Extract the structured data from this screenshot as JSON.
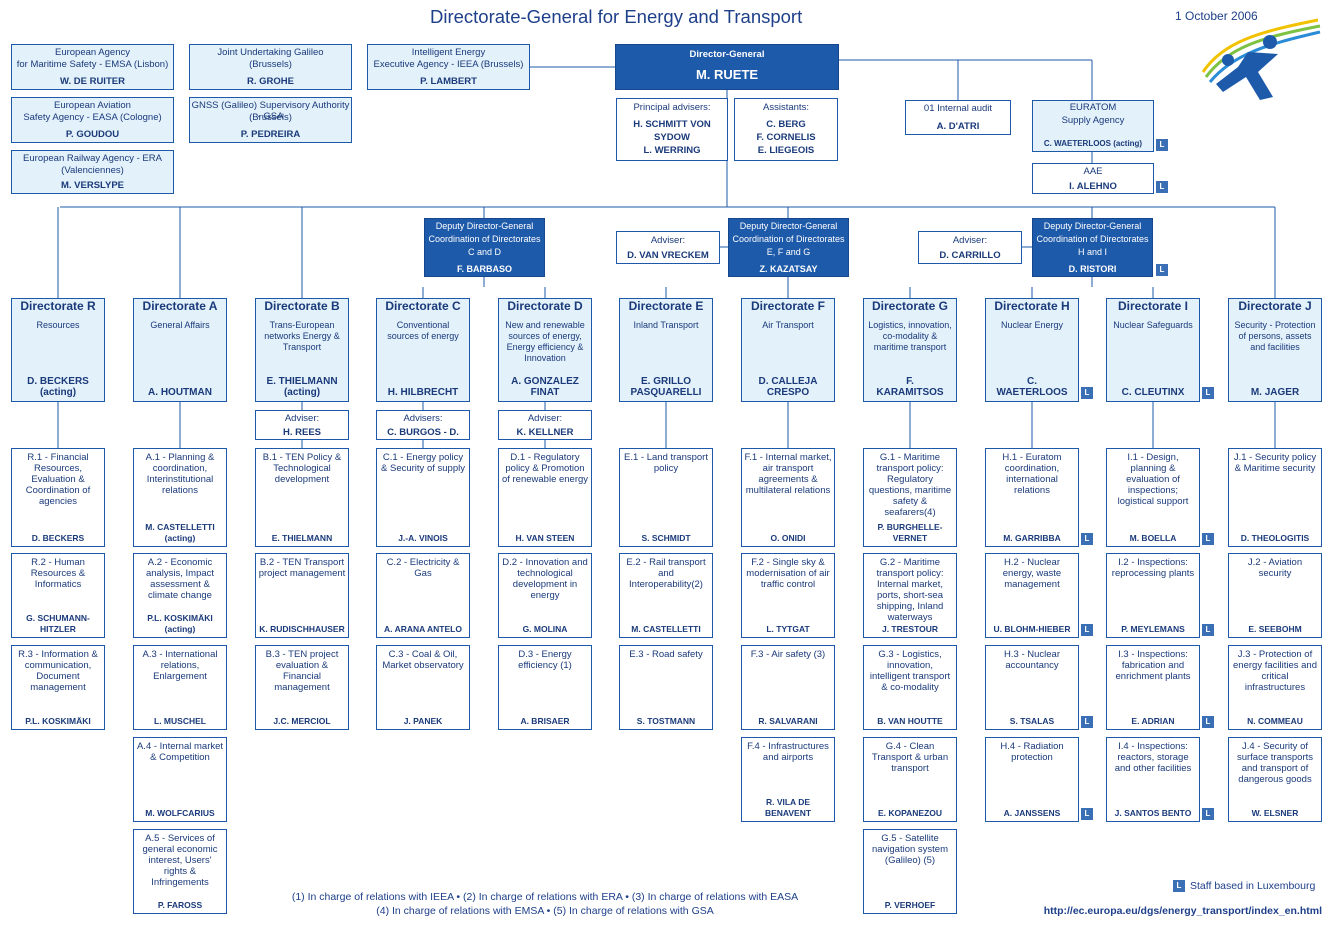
{
  "title": "Directorate-General for Energy and Transport",
  "date": "1 October 2006",
  "agencies": [
    {
      "l1": "European Agency",
      "l2": "for Maritime Safety - EMSA (Lisbon)",
      "name": "W. DE RUITER"
    },
    {
      "l1": "European Aviation",
      "l2": "Safety Agency - EASA (Cologne)",
      "name": "P. GOUDOU"
    },
    {
      "l1": "European Railway Agency - ERA",
      "l2": "(Valenciennes)",
      "name": "M. VERSLYPE"
    },
    {
      "l1": "Joint Undertaking Galileo",
      "l2": "(Brussels)",
      "name": "R. GROHE"
    },
    {
      "l1": "GNSS (Galileo) Supervisory Authority - GSA",
      "l2": "(Brussels)",
      "name": "P. PEDREIRA"
    },
    {
      "l1": "Intelligent Energy",
      "l2": "Executive Agency - IEEA (Brussels)",
      "name": "P. LAMBERT"
    }
  ],
  "dg": {
    "title": "Director-General",
    "name": "M. RUETE"
  },
  "principal": {
    "title": "Principal advisers:",
    "n1": "H. SCHMITT VON",
    "n2": "SYDOW",
    "n3": "L. WERRING"
  },
  "assistants": {
    "title": "Assistants:",
    "n1": "C. BERG",
    "n2": "F. CORNELIS",
    "n3": "E. LIEGEOIS"
  },
  "audit": {
    "title": "01 Internal audit",
    "name": "A. D'ATRI"
  },
  "euratom": {
    "l1": "EURATOM",
    "l2": "Supply Agency",
    "name": "C. WAETERLOOS (acting)"
  },
  "aae": {
    "title": "AAE",
    "name": "I. ALEHNO"
  },
  "ddg1": {
    "l1": "Deputy Director-General",
    "l2": "Coordination of Directorates",
    "l3": "C and D",
    "name": "F. BARBASO"
  },
  "ddg2": {
    "l1": "Deputy Director-General",
    "l2": "Coordination of Directorates",
    "l3": "E, F and G",
    "name": "Z. KAZATSAY",
    "adv_t": "Adviser:",
    "adv_n": "D. VAN VRECKEM"
  },
  "ddg3": {
    "l1": "Deputy Director-General",
    "l2": "Coordination of Directorates",
    "l3": "H and I",
    "name": "D. RISTORI",
    "adv_t": "Adviser:",
    "adv_n": "D. CARRILLO"
  },
  "L": "L",
  "directorates": [
    {
      "h": "Directorate R",
      "s": "Resources",
      "n": "D. BECKERS (acting)"
    },
    {
      "h": "Directorate A",
      "s": "General Affairs",
      "n": "A. HOUTMAN"
    },
    {
      "h": "Directorate B",
      "s": "Trans-European networks Energy & Transport",
      "n": "E. THIELMANN (acting)"
    },
    {
      "h": "Directorate C",
      "s": "Conventional sources of energy",
      "n": "H. HILBRECHT"
    },
    {
      "h": "Directorate D",
      "s": "New and renewable sources of energy, Energy efficiency & Innovation",
      "n": "A. GONZALEZ FINAT"
    },
    {
      "h": "Directorate E",
      "s": "Inland Transport",
      "n": "E. GRILLO PASQUARELLI"
    },
    {
      "h": "Directorate F",
      "s": "Air Transport",
      "n": "D. CALLEJA CRESPO"
    },
    {
      "h": "Directorate G",
      "s": "Logistics, innovation, co-modality & maritime transport",
      "n": "F. KARAMITSOS"
    },
    {
      "h": "Directorate H",
      "s": "Nuclear Energy",
      "n": "C. WAETERLOOS"
    },
    {
      "h": "Directorate I",
      "s": "Nuclear Safeguards",
      "n": "C. CLEUTINX"
    },
    {
      "h": "Directorate J",
      "s": "Security - Protection of persons, assets and facilities",
      "n": "M. JAGER"
    }
  ],
  "advisers": [
    {
      "t": "Adviser:",
      "n": "H. REES"
    },
    {
      "t": "Advisers:",
      "n": "C. BURGOS - D. TAYLOR"
    },
    {
      "t": "Adviser:",
      "n": "K. KELLNER"
    }
  ],
  "units": [
    [
      {
        "t": "R.1 - Financial Resources, Evaluation & Coordination of agencies",
        "n": "D. BECKERS"
      },
      {
        "t": "R.2 - Human Resources & Informatics",
        "n": "G. SCHUMANN-HITZLER"
      },
      {
        "t": "R.3 - Information & communication, Document management",
        "n": "P.L. KOSKIMÄKI"
      }
    ],
    [
      {
        "t": "A.1 - Planning & coordination, Interinstitutional relations",
        "n": "M. CASTELLETTI (acting)"
      },
      {
        "t": "A.2 - Economic analysis, Impact assessment & climate change",
        "n": "P.L. KOSKIMÄKI (acting)"
      },
      {
        "t": "A.3 - International relations, Enlargement",
        "n": "L. MUSCHEL"
      },
      {
        "t": "A.4 - Internal market & Competition",
        "n": "M. WOLFCARIUS"
      },
      {
        "t": "A.5 - Services of general economic interest, Users' rights & Infringements",
        "n": "P. FAROSS"
      }
    ],
    [
      {
        "t": "B.1 - TEN Policy & Technological development",
        "n": "E. THIELMANN"
      },
      {
        "t": "B.2 - TEN Transport project management",
        "n": "K. RUDISCHHAUSER"
      },
      {
        "t": "B.3 - TEN project evaluation & Financial management",
        "n": "J.C. MERCIOL"
      }
    ],
    [
      {
        "t": "C.1 - Energy policy & Security of supply",
        "n": "J.-A. VINOIS"
      },
      {
        "t": "C.2 - Electricity & Gas",
        "n": "A. ARANA ANTELO"
      },
      {
        "t": "C.3 - Coal & Oil, Market observatory",
        "n": "J. PANEK"
      }
    ],
    [
      {
        "t": "D.1 - Regulatory policy & Promotion of renewable energy",
        "n": "H. VAN STEEN"
      },
      {
        "t": "D.2 - Innovation and technological development in energy",
        "n": "G. MOLINA"
      },
      {
        "t": "D.3 - Energy efficiency (1)",
        "n": "A. BRISAER"
      }
    ],
    [
      {
        "t": "E.1 - Land transport policy",
        "n": "S. SCHMIDT"
      },
      {
        "t": "E.2 - Rail transport and Interoperability(2)",
        "n": "M. CASTELLETTI"
      },
      {
        "t": "E.3 - Road safety",
        "n": "S. TOSTMANN"
      }
    ],
    [
      {
        "t": "F.1 - Internal market, air transport agreements & multilateral relations",
        "n": "O. ONIDI"
      },
      {
        "t": "F.2 - Single sky & modernisation of air traffic control",
        "n": "L. TYTGAT"
      },
      {
        "t": "F.3 - Air safety (3)",
        "n": "R. SALVARANI"
      },
      {
        "t": "F.4 - Infrastructures and airports",
        "n": "R. VILA DE BENAVENT"
      }
    ],
    [
      {
        "t": "G.1 - Maritime transport policy: Regulatory questions, maritime safety & seafarers(4)",
        "n": "P. BURGHELLE-VERNET"
      },
      {
        "t": "G.2 - Maritime transport policy: Internal market, ports, short-sea shipping, Inland waterways",
        "n": "J. TRESTOUR"
      },
      {
        "t": "G.3 - Logistics, innovation, intelligent transport & co-modality",
        "n": "B. VAN HOUTTE"
      },
      {
        "t": "G.4 - Clean Transport & urban transport",
        "n": "E. KOPANEZOU"
      },
      {
        "t": "G.5 - Satellite navigation system (Galileo) (5)",
        "n": "P. VERHOEF"
      }
    ],
    [
      {
        "t": "H.1 - Euratom coordination, international relations",
        "n": "M. GARRIBBA"
      },
      {
        "t": "H.2 - Nuclear energy, waste management",
        "n": "U. BLOHM-HIEBER"
      },
      {
        "t": "H.3 - Nuclear accountancy",
        "n": "S. TSALAS"
      },
      {
        "t": "H.4 - Radiation protection",
        "n": "A. JANSSENS"
      }
    ],
    [
      {
        "t": "I.1 - Design, planning & evaluation of inspections; logistical support",
        "n": "M. BOELLA"
      },
      {
        "t": "I.2 - Inspections: reprocessing plants",
        "n": "P. MEYLEMANS"
      },
      {
        "t": "I.3 - Inspections: fabrication and enrichment plants",
        "n": "E. ADRIAN"
      },
      {
        "t": "I.4 - Inspections: reactors, storage and other facilities",
        "n": "J. SANTOS BENTO"
      }
    ],
    [
      {
        "t": "J.1 - Security policy & Maritime security",
        "n": "D. THEOLOGITIS"
      },
      {
        "t": "J.2 - Aviation security",
        "n": "E. SEEBOHM"
      },
      {
        "t": "J.3 - Protection of energy facilities and critical infrastructures",
        "n": "N. COMMEAU"
      },
      {
        "t": "J.4 - Security of surface transports and transport of dangerous goods",
        "n": "W. ELSNER"
      }
    ]
  ],
  "footnote1": "(1) In charge of relations with IEEA • (2) In charge of relations with ERA • (3) In charge of relations with EASA",
  "footnote2": "(4) In charge of relations with EMSA • (5) In charge of relations with GSA",
  "legend": "Staff based in Luxembourg",
  "url": "http://ec.europa.eu/dgs/energy_transport/index_en.html",
  "colors": {
    "dark_blue": "#1e5aaa",
    "light_blue": "#e3f1fb",
    "line": "#1e58a8"
  }
}
